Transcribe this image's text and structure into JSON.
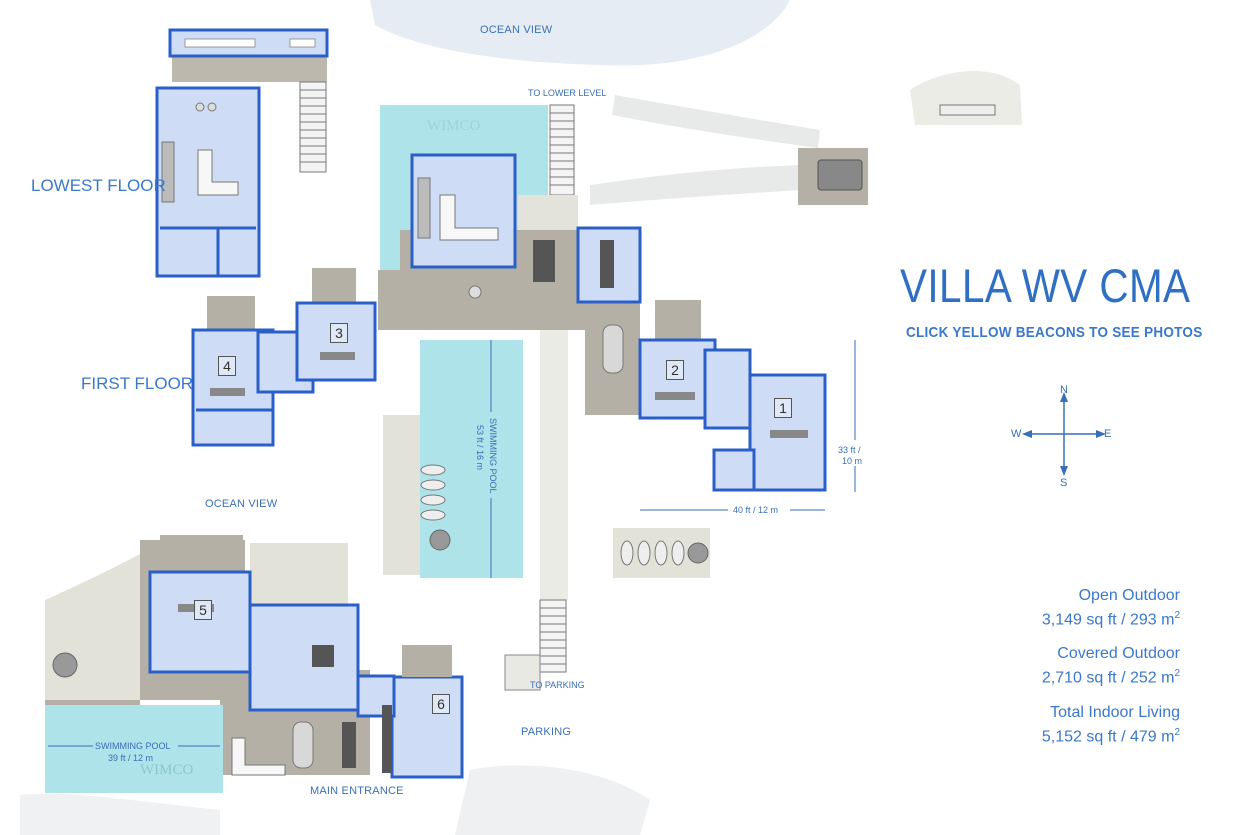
{
  "labels": {
    "ocean_view_top": "OCEAN VIEW",
    "to_lower_level": "TO LOWER LEVEL",
    "lowest_floor": "LOWEST FLOOR",
    "first_floor": "FIRST FLOOR",
    "ocean_view_left": "OCEAN VIEW",
    "pool_main": "SWIMMING POOL",
    "pool_main_size": "53 ft / 16 m",
    "pool_lower": "SWIMMING POOL",
    "pool_lower_size": "39 ft / 12 m",
    "to_parking": "TO PARKING",
    "parking": "PARKING",
    "main_entrance": "MAIN ENTRANCE",
    "width_dim": "40 ft / 12 m",
    "height_dim_ft": "33 ft /",
    "height_dim_m": "10 m",
    "watermark_top": "WIMCO",
    "watermark_bottom": "WIMCO"
  },
  "rooms": [
    "1",
    "2",
    "3",
    "4",
    "5",
    "6"
  ],
  "title": {
    "name": "VILLA WV CMA",
    "subtitle": "CLICK YELLOW BEACONS TO SEE PHOTOS"
  },
  "compass": {
    "n": "N",
    "s": "S",
    "e": "E",
    "w": "W"
  },
  "stats": [
    {
      "label": "Open Outdoor",
      "value": "3,149 sq ft / 293 m",
      "sup": "2"
    },
    {
      "label": "Covered Outdoor",
      "value": "2,710 sq ft / 252 m",
      "sup": "2"
    },
    {
      "label": "Total Indoor Living",
      "value": "5,152 sq ft / 479 m",
      "sup": "2"
    }
  ],
  "colors": {
    "wall": "#2a5fc7",
    "room_fill": "#cfdcf6",
    "terrace": "#b7b3a8",
    "pool": "#aee3ea",
    "sand": "#e7e6de",
    "text": "#2f6fc4"
  }
}
